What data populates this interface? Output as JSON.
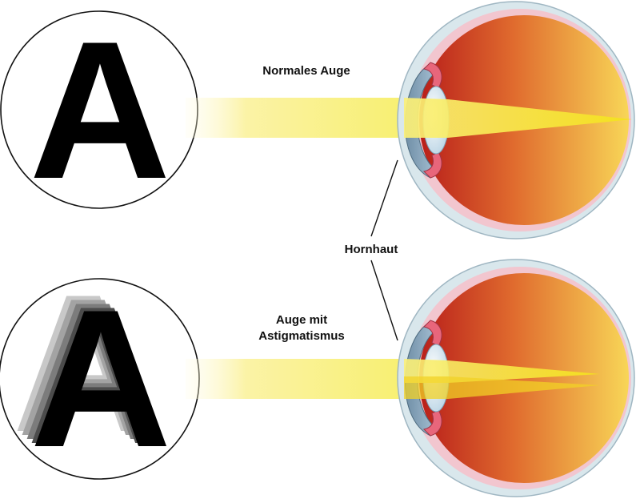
{
  "labels": {
    "normal_eye": "Normales Auge",
    "cornea": "Hornhaut",
    "astigmatism_line1": "Auge mit",
    "astigmatism_line2": "Astigmatismus"
  },
  "letters": {
    "sharp": "A",
    "blurred": "A"
  },
  "colors": {
    "retina_inner": "#c0241b",
    "retina_outer": "#f7cf52",
    "light_beam": "#f6ee2a",
    "letter": "#000000",
    "ghost_letters": [
      "#c8c8c8",
      "#a3a3a3",
      "#7c7c7c",
      "#4c4c4c"
    ]
  }
}
